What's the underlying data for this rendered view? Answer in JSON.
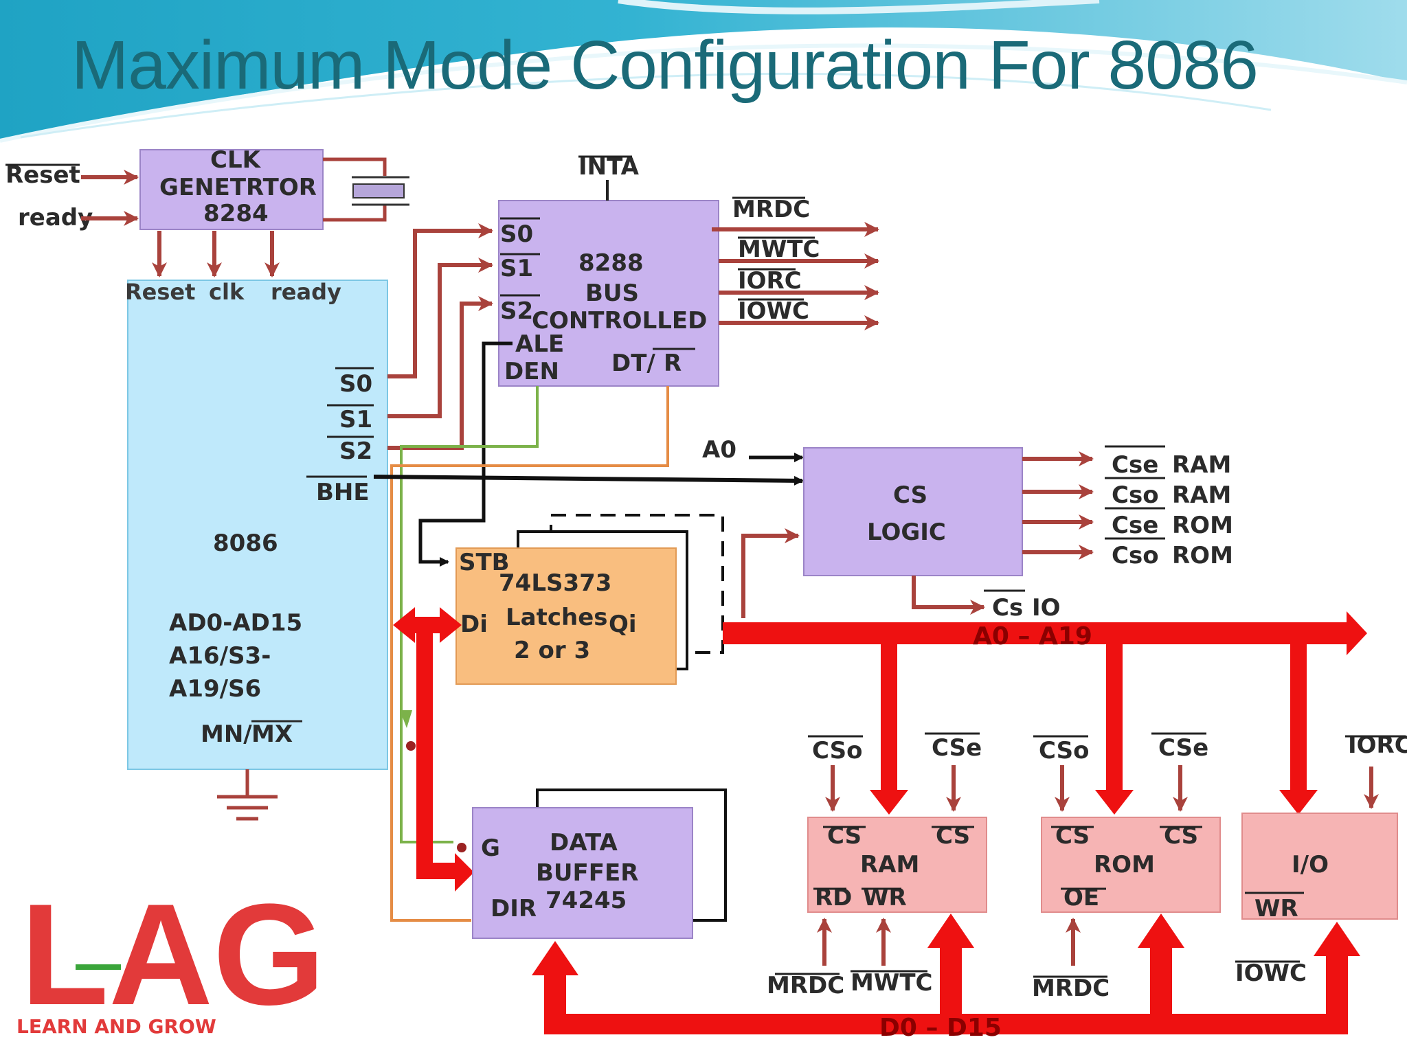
{
  "title": "Maximum Mode Configuration For 8086",
  "clk_gen": {
    "line1": "CLK",
    "line2": "GENETRTOR",
    "line3": "8284"
  },
  "clk_inputs": {
    "reset": "Reset",
    "ready": "ready"
  },
  "cpu": {
    "name": "8086",
    "pin_reset": "Reset",
    "pin_clk": "clk",
    "pin_ready": "ready",
    "s0": "S0",
    "s1": "S1",
    "s2": "S2",
    "bhe": "BHE",
    "bus1": "AD0-AD15",
    "bus2": "A16/S3-",
    "bus3": "A19/S6",
    "mn": "MN/",
    "mx": "MX"
  },
  "bus_ctrl": {
    "inta": "INTA",
    "s0": "S0",
    "s1": "S1",
    "s2": "S2",
    "line1": "8288",
    "line2": "BUS",
    "line3": "CONTROLLED",
    "ale": "ALE",
    "den": "DEN",
    "dt": "DT/",
    "r": "R",
    "outputs": [
      "MRDC",
      "MWTC",
      "IORC",
      "IOWC"
    ]
  },
  "cs_logic": {
    "line1": "CS",
    "line2": "LOGIC",
    "a0": "A0",
    "outputs": [
      {
        "sig": "Cse",
        "dev": "RAM"
      },
      {
        "sig": "Cso",
        "dev": "RAM"
      },
      {
        "sig": "Cse",
        "dev": "ROM"
      },
      {
        "sig": "Cso",
        "dev": "ROM"
      }
    ],
    "csio_sig": "Cs",
    "csio_dev": "IO"
  },
  "latch": {
    "stb": "STB",
    "line1": "74LS373",
    "di": "Di",
    "line2": "Latches",
    "qi": "Qi",
    "line3": "2 or 3"
  },
  "addr_bus": "A0 – A19",
  "data_bus": "D0 – D15",
  "buffer": {
    "g": "G",
    "line1": "DATA",
    "line2": "BUFFER",
    "dir": "DIR",
    "line3": "74245"
  },
  "ram": {
    "name": "RAM",
    "cs1": "CS",
    "cs2": "CS",
    "rd": "RD",
    "wr": "WR",
    "in_cso": "CSo",
    "in_cse": "CSe",
    "in_mrdc": "MRDC",
    "in_mwtc": "MWTC"
  },
  "rom": {
    "name": "ROM",
    "cs1": "CS",
    "cs2": "CS",
    "oe": "OE",
    "in_cso": "CSo",
    "in_cse": "CSe",
    "in_mrdc": "MRDC"
  },
  "io": {
    "name": "I/O",
    "wr": "WR",
    "in_iorc": "IORC",
    "in_iowc": "IOWC"
  },
  "logo": {
    "mark": "LAG",
    "tagline": "LEARN AND GROW"
  },
  "colors": {
    "title": "#1a6a78",
    "purple_box": "#c9b3ee",
    "blue_box": "#bfe9fb",
    "orange_box": "#f9be7f",
    "pink_box": "#f6b4b4",
    "bus_red": "#ee1111",
    "signal_arrow": "#a9423c",
    "logo_red": "#e23a3a",
    "logo_green": "#3aa53a"
  }
}
